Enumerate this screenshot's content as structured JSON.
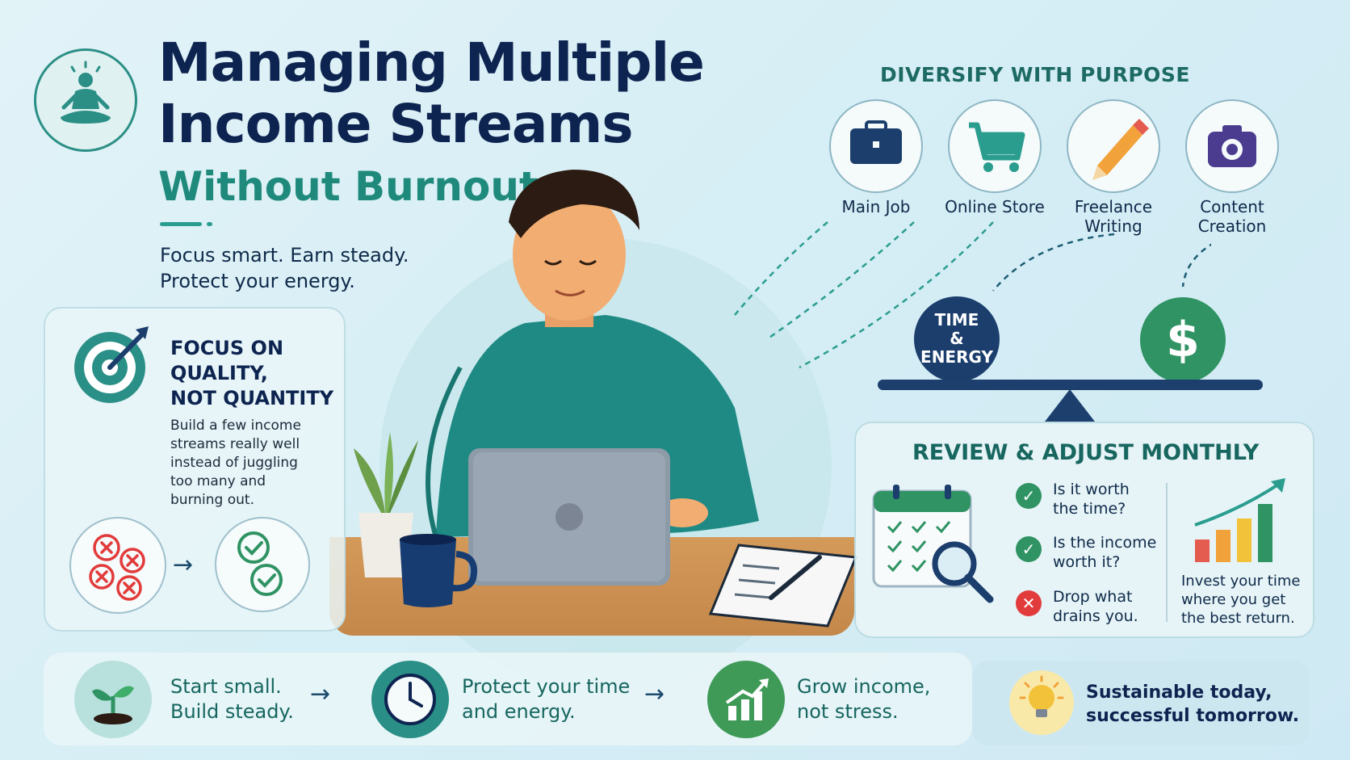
{
  "header": {
    "title_line1": "Managing Multiple",
    "title_line2": "Income Streams",
    "subtitle": "Without Burnout",
    "tagline_line1": "Focus smart. Earn steady.",
    "tagline_line2": "Protect your energy."
  },
  "focus": {
    "heading_line1": "FOCUS ON",
    "heading_line2": "QUALITY,",
    "heading_line3": "NOT QUANTITY",
    "body": "Build a few income streams really well instead of juggling too many and burning out."
  },
  "diversify": {
    "title": "DIVERSIFY WITH PURPOSE",
    "streams": [
      {
        "label_line1": "Main Job",
        "label_line2": "",
        "icon": "briefcase-icon"
      },
      {
        "label_line1": "Online Store",
        "label_line2": "",
        "icon": "shopping-cart-icon"
      },
      {
        "label_line1": "Freelance",
        "label_line2": "Writing",
        "icon": "pencil-icon"
      },
      {
        "label_line1": "Content",
        "label_line2": "Creation",
        "icon": "camera-icon"
      }
    ]
  },
  "balance": {
    "left_line1": "TIME",
    "left_line2": "&",
    "left_line3": "ENERGY",
    "right": "$"
  },
  "review": {
    "title": "REVIEW & ADJUST MONTHLY",
    "items": [
      {
        "line1": "Is it worth",
        "line2": "the time?",
        "status": "check"
      },
      {
        "line1": "Is the income",
        "line2": "worth it?",
        "status": "check"
      },
      {
        "line1": "Drop what",
        "line2": "drains you.",
        "status": "cross"
      }
    ],
    "invest": "Invest your time where you get the best return."
  },
  "steps": [
    {
      "line1": "Start small.",
      "line2": "Build steady.",
      "icon": "sprout-icon"
    },
    {
      "line1": "Protect your time",
      "line2": "and energy.",
      "icon": "clock-icon"
    },
    {
      "line1": "Grow income,",
      "line2": "not stress.",
      "icon": "growth-chart-icon"
    }
  ],
  "final": {
    "line1": "Sustainable today,",
    "line2": "successful tomorrow.",
    "icon": "lightbulb-icon"
  },
  "colors": {
    "navy": "#0e2450",
    "teal": "#1f8a7c",
    "green": "#2f9363",
    "red": "#e23b3b"
  }
}
